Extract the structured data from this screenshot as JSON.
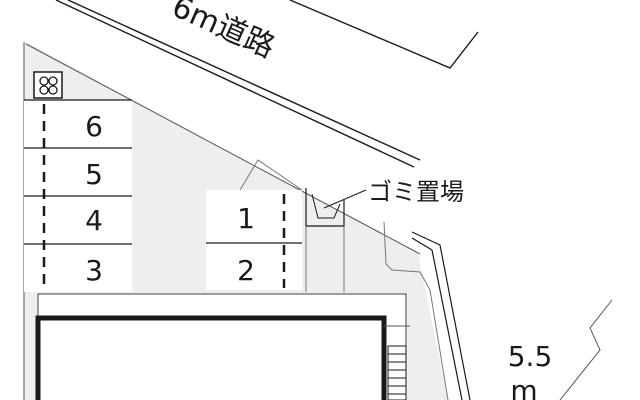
{
  "road_top": {
    "label": "6m道路"
  },
  "road_right": {
    "width_value": "5.5",
    "width_unit": "m"
  },
  "garbage": {
    "label": "ゴミ置場"
  },
  "parking_left": [
    {
      "number": "6"
    },
    {
      "number": "5"
    },
    {
      "number": "4"
    },
    {
      "number": "3"
    }
  ],
  "parking_center": [
    {
      "number": "1"
    },
    {
      "number": "2"
    }
  ],
  "icons": {
    "utility": "gas-meter-icon"
  },
  "colors": {
    "lot": "#eeeeee",
    "line": "#1a1a1a",
    "building": "#ffffff"
  }
}
